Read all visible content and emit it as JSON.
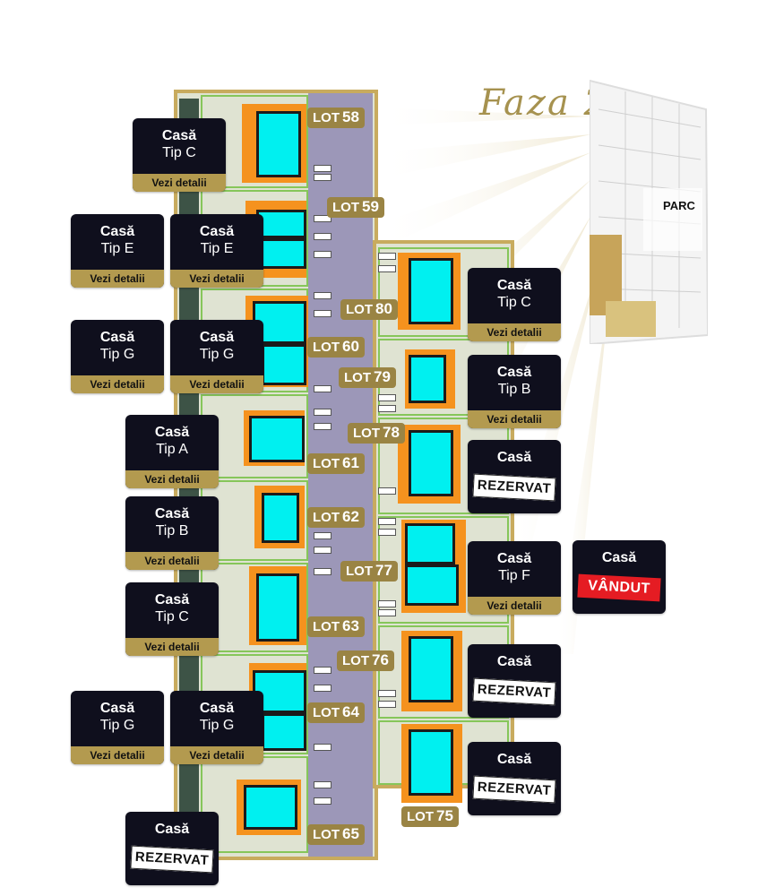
{
  "phase": {
    "title": "Faza 2",
    "park_label": "PARC"
  },
  "lots": [
    {
      "prefix": "LOT",
      "number": "58"
    },
    {
      "prefix": "LOT",
      "number": "59"
    },
    {
      "prefix": "LOT",
      "number": "80"
    },
    {
      "prefix": "LOT",
      "number": "60"
    },
    {
      "prefix": "LOT",
      "number": "79"
    },
    {
      "prefix": "LOT",
      "number": "78"
    },
    {
      "prefix": "LOT",
      "number": "61"
    },
    {
      "prefix": "LOT",
      "number": "62"
    },
    {
      "prefix": "LOT",
      "number": "77"
    },
    {
      "prefix": "LOT",
      "number": "63"
    },
    {
      "prefix": "LOT",
      "number": "76"
    },
    {
      "prefix": "LOT",
      "number": "64"
    },
    {
      "prefix": "LOT",
      "number": "75"
    },
    {
      "prefix": "LOT",
      "number": "65"
    }
  ],
  "cards": [
    {
      "title": "Casă",
      "type": "Tip C",
      "action": "Vezi detalii"
    },
    {
      "title": "Casă",
      "type": "Tip E",
      "action": "Vezi detalii"
    },
    {
      "title": "Casă",
      "type": "Tip E",
      "action": "Vezi detalii"
    },
    {
      "title": "Casă",
      "type": "Tip C",
      "action": "Vezi detalii"
    },
    {
      "title": "Casă",
      "type": "Tip G",
      "action": "Vezi detalii"
    },
    {
      "title": "Casă",
      "type": "Tip G",
      "action": "Vezi detalii"
    },
    {
      "title": "Casă",
      "type": "Tip B",
      "action": "Vezi detalii"
    },
    {
      "title": "Casă",
      "type": "Tip A",
      "action": "Vezi detalii"
    },
    {
      "title": "Casă",
      "status": "REZERVAT"
    },
    {
      "title": "Casă",
      "type": "Tip B",
      "action": "Vezi detalii"
    },
    {
      "title": "Casă",
      "type": "Tip F",
      "action": "Vezi detalii"
    },
    {
      "title": "Casă",
      "status": "VÂNDUT"
    },
    {
      "title": "Casă",
      "type": "Tip C",
      "action": "Vezi detalii"
    },
    {
      "title": "Casă",
      "status": "REZERVAT"
    },
    {
      "title": "Casă",
      "type": "Tip G",
      "action": "Vezi detalii"
    },
    {
      "title": "Casă",
      "type": "Tip G",
      "action": "Vezi detalii"
    },
    {
      "title": "Casă",
      "status": "REZERVAT"
    },
    {
      "title": "Casă",
      "status": "REZERVAT"
    }
  ],
  "colors": {
    "card_bg": "#0f0f1d",
    "details_bar": "#b39a4f",
    "lot_label": "#9a8444",
    "house": "#00f0f0",
    "house_outline": "#f5921e",
    "plot": "#dfe3d2",
    "road": "#9c97b8",
    "sold": "#e51c23"
  }
}
